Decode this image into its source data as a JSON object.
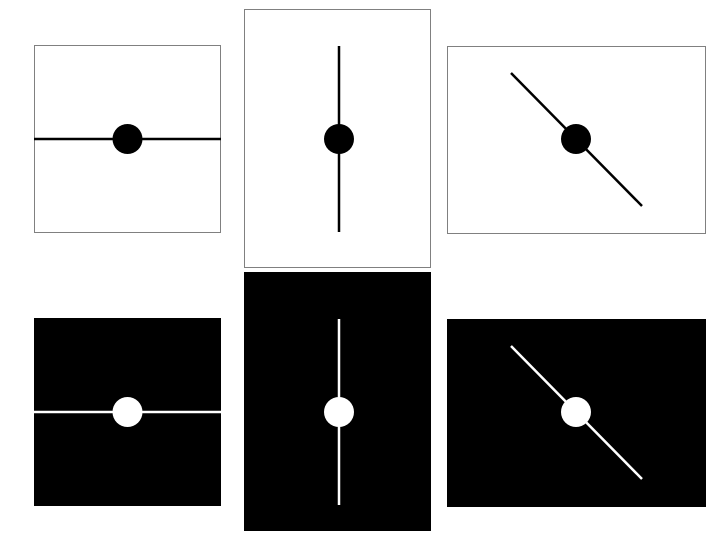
{
  "theme": {
    "light_bg": "#ffffff",
    "light_fg": "#000000",
    "light_border": "#808080",
    "dark_bg": "#000000",
    "dark_fg": "#ffffff"
  },
  "panels": [
    {
      "id": "light-horizontal",
      "theme": "light",
      "line": "horizontal"
    },
    {
      "id": "light-vertical",
      "theme": "light",
      "line": "vertical"
    },
    {
      "id": "light-diagonal",
      "theme": "light",
      "line": "diagonal"
    },
    {
      "id": "dark-horizontal",
      "theme": "dark",
      "line": "horizontal"
    },
    {
      "id": "dark-vertical",
      "theme": "dark",
      "line": "vertical"
    },
    {
      "id": "dark-diagonal",
      "theme": "dark",
      "line": "diagonal"
    }
  ]
}
